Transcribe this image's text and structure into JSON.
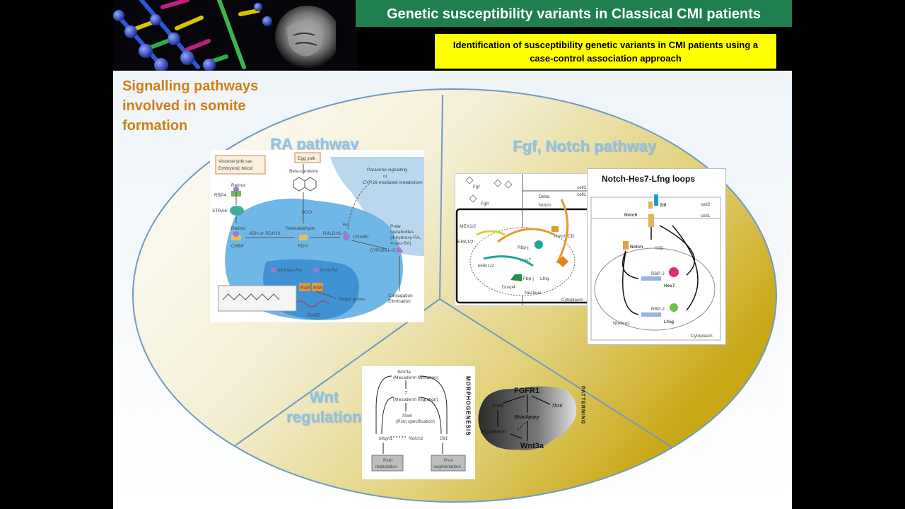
{
  "header": {
    "title": "Genetic susceptibility variants in Classical CMI patients",
    "subtitle": "Identification of susceptibility genetic variants in CMI patients using a case-control association approach"
  },
  "section_heading": "Signalling pathways involved in somite formation",
  "pathway_labels": {
    "ra": "RA pathway",
    "fgf_notch": "Fgf, Notch pathway",
    "wnt": "Wnt regulation"
  },
  "ra_diagram": {
    "visceral": "Visceral yolk sac",
    "embryonic": "Embryonic blood",
    "egg_yolk": "Egg yolk",
    "retinol_top": "Retinol",
    "rbp4": "RBP4",
    "stra6": "STRA6",
    "retinol": "Retinol",
    "crbp": "CRBP",
    "beta_carotene": "Beta-carotene",
    "bco": "BCO",
    "retinaldehyde": "Retinaldehyde",
    "adh": "ADH or RDH10",
    "rdh": "RDH",
    "raldh": "RALDH1–3",
    "ra": "RA",
    "crabp": "CRABP",
    "paracrine": "Paracrine signalling",
    "or": "or",
    "cyp_metab": "CYP26-mediated metabolism",
    "polar": "Polar",
    "metabolites": "metabolites",
    "hydroxy": "(4-hydroxy-RA,",
    "oxo": "4-oxo-RA)",
    "cyp26": "CYP26A1–C1",
    "all_trans": "All-trans-RA",
    "nine_cis": "9-cis-RA",
    "rar": "RAR",
    "rxr": "RXR",
    "target_genes": "Target genes",
    "rare": "RARE",
    "conjugation": "Conjugation",
    "elimination": "Elimination"
  },
  "fgf_diagram": {
    "fgf": "Fgf",
    "fgfr": "Fgfr",
    "delta": "Delta",
    "notch": "Notch",
    "cell2": "cell2",
    "cell1": "cell1",
    "mek": "MEK1/2",
    "erk_out": "ERK1/2",
    "erk_in": "ERK1/2",
    "notchicd": "NotchICD",
    "rbpj": "Rbp-j",
    "hes7": "Hes7",
    "fbpj": "Fbp-j",
    "lfng": "Lfng",
    "dusp4": "Dusp4",
    "nucleus": "Nucleus",
    "cytoplasm": "Cytoplasm"
  },
  "notch_loops": {
    "title": "Notch-Hes7-Lfng loops",
    "dll": "Dll",
    "notch": "Notch",
    "notch_icd": "Notch",
    "icd_sub": "ICD",
    "cell2": "cell2",
    "cell1": "cell1",
    "rbpj1": "RBP-J",
    "rbpj2": "RBP-J",
    "hes7": "Hes7",
    "lfng": "Lfng",
    "nucleus": "Nucleus",
    "cytoplasm": "Cytoplasm"
  },
  "wnt_diagram": {
    "wnt3a": "Wnt3a",
    "meso_form": "(Mesoderm formation)",
    "t": "T",
    "meso_mig": "(Mesoderm migration)",
    "tbx6": "Tbx6",
    "psm_spec": "(Psm specification)",
    "msgn1": "Msgn1",
    "notch1": "Notch1",
    "dll1": "Dll1",
    "psm_mat_1": "Psm",
    "psm_mat_2": "maturation",
    "psm_seg_1": "Psm",
    "psm_seg_2": "segmentation",
    "morphogenesis": "MORPHOGENESIS"
  },
  "fgfr1_diagram": {
    "fgfr1": "FGFR1",
    "snail": "Snail",
    "tbx6": "Tbx6",
    "brachyury": "Brachyury",
    "ecadherin": "E-Cadherin",
    "wnt3a": "Wnt3a",
    "patterning": "PATTERNING"
  },
  "colors": {
    "title_bg": "#1f7f4e",
    "subtitle_bg": "#ffff00",
    "heading": "#d07f17",
    "pathway_label": "#8ec4e8"
  }
}
